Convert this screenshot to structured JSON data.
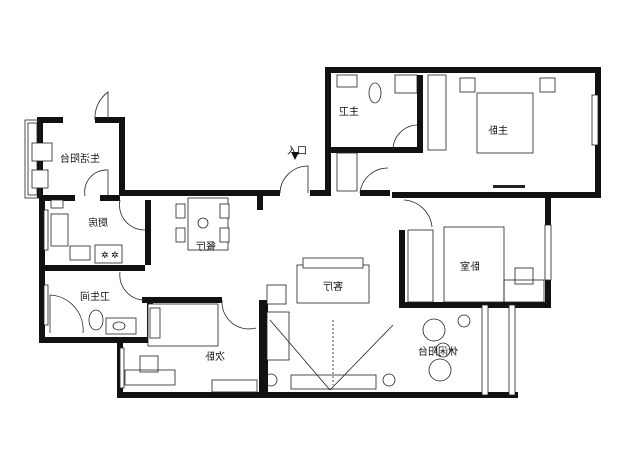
{
  "plan": {
    "entrance": "入口",
    "rooms": {
      "laundry_balcony": "生活阳台",
      "kitchen": "厨房",
      "dining": "餐厅",
      "bathroom": "卫生间",
      "second_bedroom": "次卧",
      "living": "客厅",
      "master_bath": "主卫",
      "master_bedroom": "主卧",
      "bedroom": "卧室",
      "leisure_balcony": "休闲阳台"
    }
  }
}
